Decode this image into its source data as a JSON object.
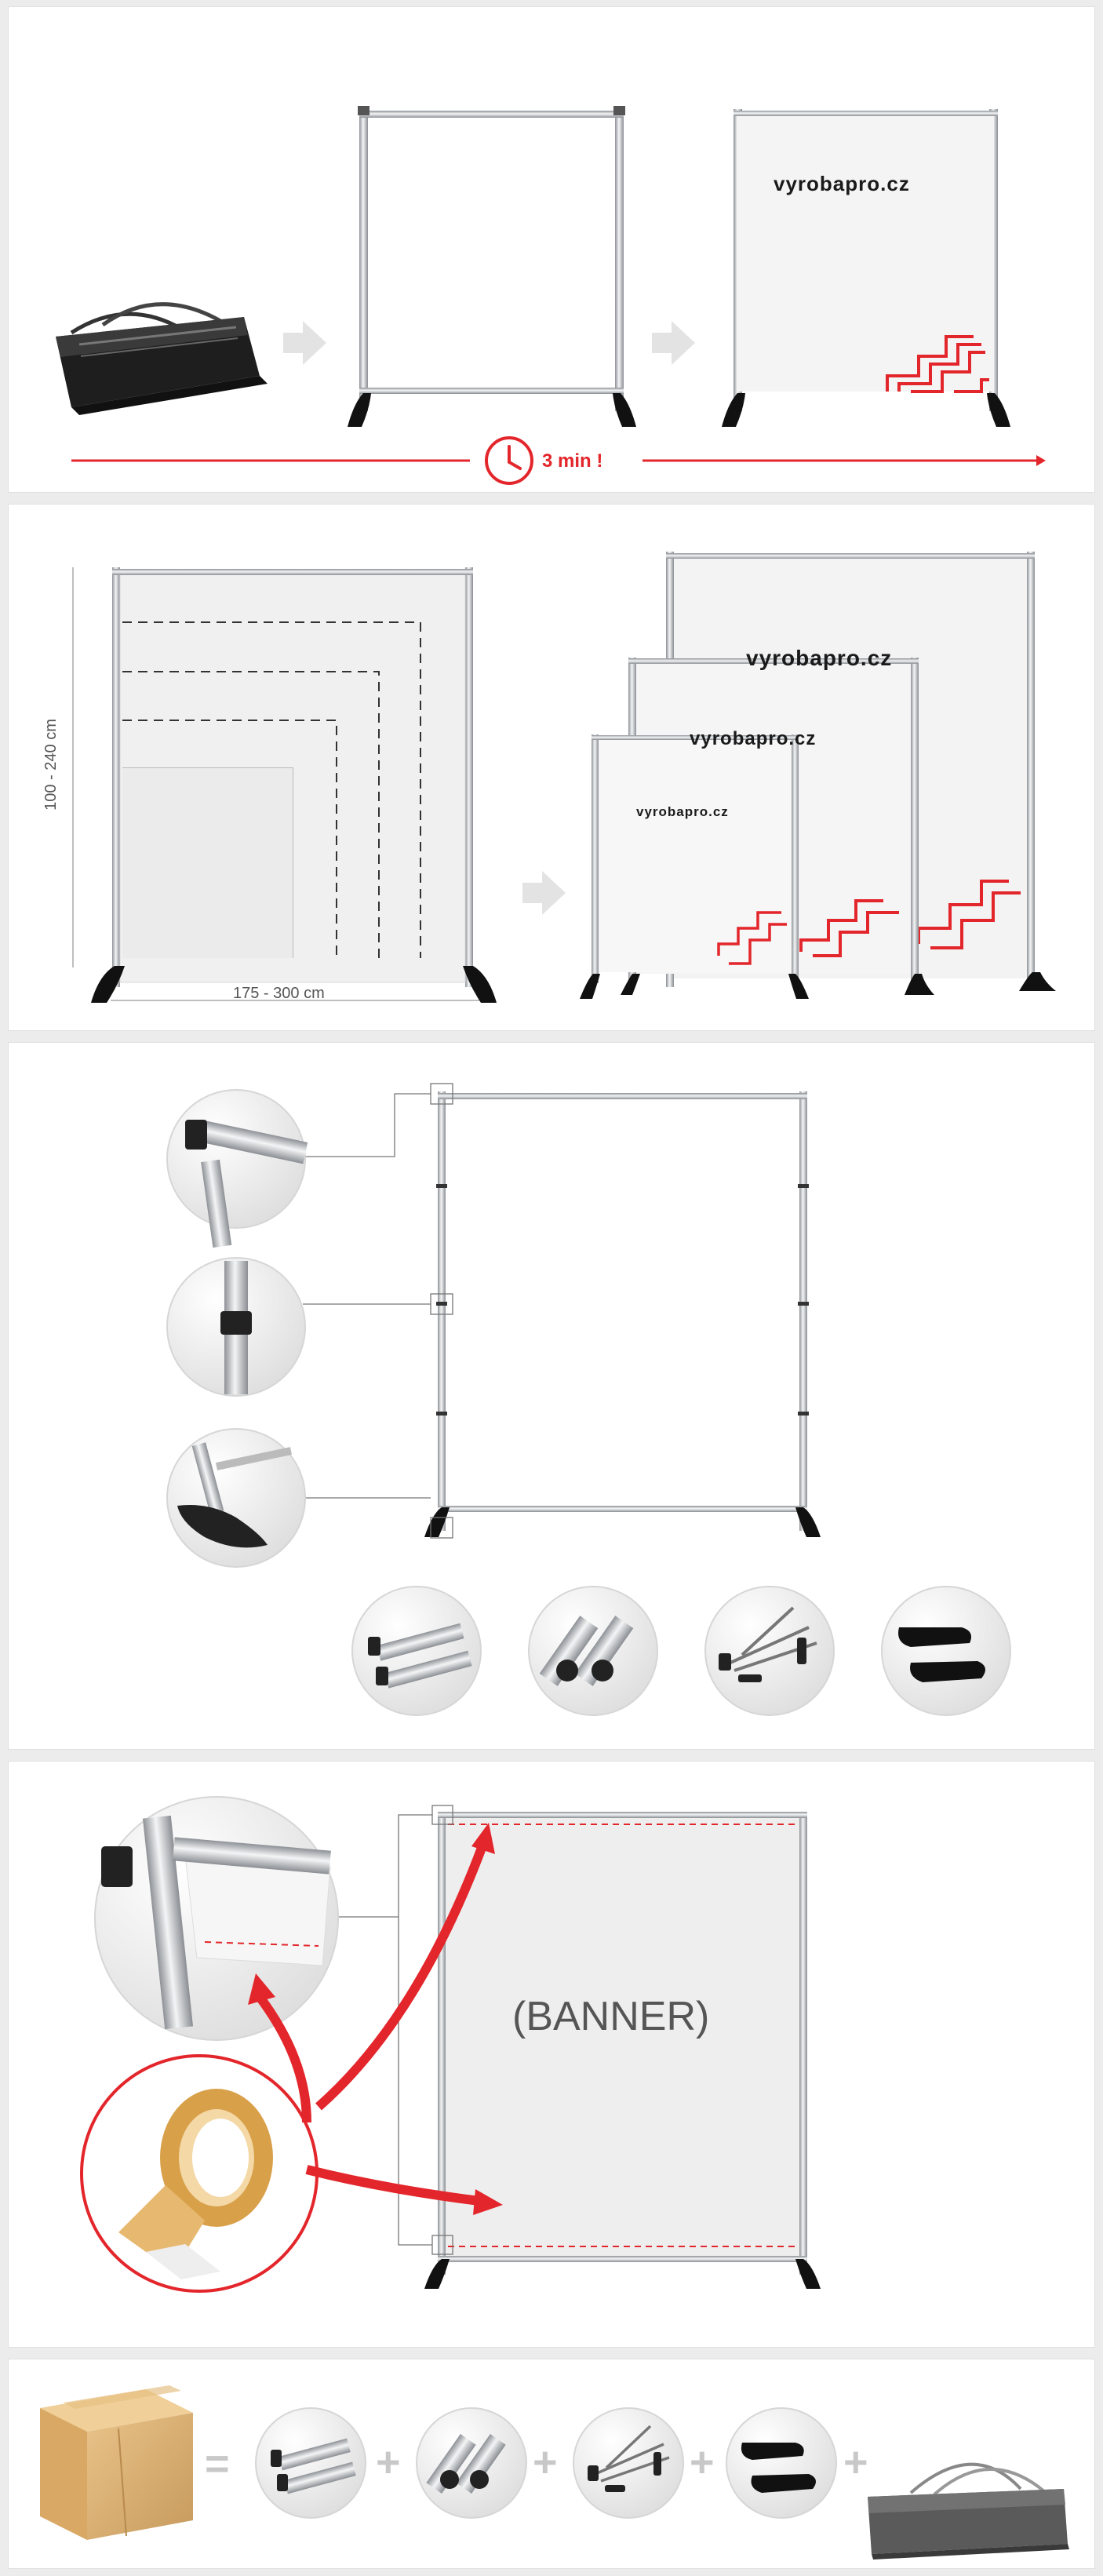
{
  "colors": {
    "accent": "#e3262b",
    "frame": "#b9bcc0",
    "banner": "#f2f2f2",
    "background": "#ececec"
  },
  "brand": {
    "logo_text": "vyrobapro.cz"
  },
  "setup": {
    "time_label": "3 min !",
    "icon": "clock-icon"
  },
  "dimensions": {
    "height_label": "100 - 240 cm",
    "width_label": "175 - 300 cm"
  },
  "banner": {
    "label": "(BANNER)"
  },
  "parts": {
    "icons": [
      "telescopic-pole-icon",
      "pole-ends-icon",
      "support-arms-icon",
      "foot-icon",
      "tape-icon"
    ]
  },
  "package": {
    "equals": "=",
    "plus": "+",
    "icons": [
      "cardboard-box-icon",
      "telescopic-pole-icon",
      "pole-ends-icon",
      "support-arms-icon",
      "foot-icon",
      "carry-bag-icon"
    ]
  }
}
